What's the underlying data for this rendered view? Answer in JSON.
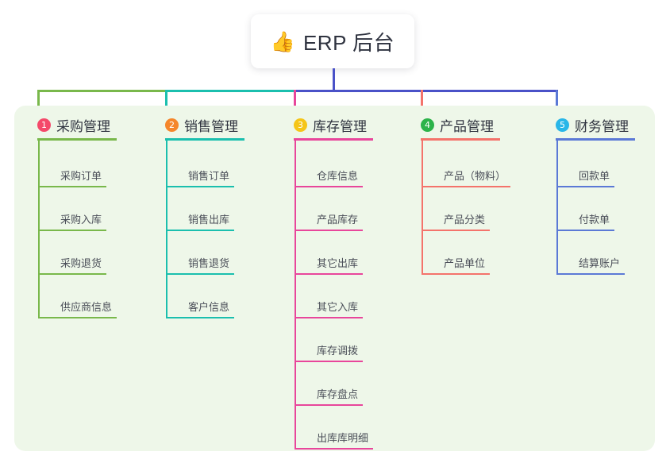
{
  "title": {
    "emoji": "👍",
    "emoji_name": "thumbs-up-icon",
    "text": "ERP 后台"
  },
  "theme": {
    "panel_bg": "#eef7e9",
    "card_bg": "#ffffff",
    "title_color": "#2f3340",
    "stem_color": "#4a52c8"
  },
  "bus": {
    "segments": [
      {
        "name": "bus-green",
        "color": "#79b84b"
      },
      {
        "name": "bus-teal",
        "color": "#1bbfae"
      },
      {
        "name": "bus-indigo",
        "color": "#4a52c8"
      }
    ]
  },
  "columns": [
    {
      "index": "1",
      "title": "采购管理",
      "badge_color": "#f4496a",
      "line_color": "#79b84b",
      "drop_color": "#79b84b",
      "items": [
        "采购订单",
        "采购入库",
        "采购退货",
        "供应商信息"
      ]
    },
    {
      "index": "2",
      "title": "销售管理",
      "badge_color": "#f5862b",
      "line_color": "#1bbfae",
      "drop_color": "#1bbfae",
      "items": [
        "销售订单",
        "销售出库",
        "销售退货",
        "客户信息"
      ]
    },
    {
      "index": "3",
      "title": "库存管理",
      "badge_color": "#f5c518",
      "line_color": "#e8469b",
      "drop_color": "#e8469b",
      "items": [
        "仓库信息",
        "产品库存",
        "其它出库",
        "其它入库",
        "库存调拨",
        "库存盘点",
        "出库库明细"
      ]
    },
    {
      "index": "4",
      "title": "产品管理",
      "badge_color": "#2cb34a",
      "line_color": "#f4736b",
      "drop_color": "#f4736b",
      "items": [
        "产品（物料）",
        "产品分类",
        "产品单位"
      ]
    },
    {
      "index": "5",
      "title": "财务管理",
      "badge_color": "#29b6e8",
      "line_color": "#5b79d6",
      "drop_color": "#5b79d6",
      "items": [
        "回款单",
        "付款单",
        "结算账户"
      ]
    }
  ]
}
